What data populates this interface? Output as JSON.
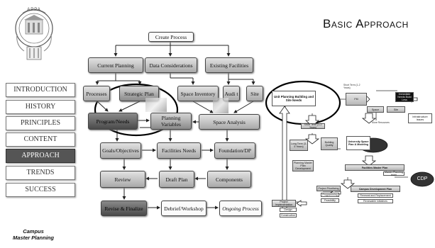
{
  "slide": {
    "title": "Basic Approach",
    "footer_line1": "Campus",
    "footer_line2": "Master Planning"
  },
  "logo": {
    "text": "APPA"
  },
  "nav": [
    {
      "label": "INTRODUCTION",
      "active": false
    },
    {
      "label": "HISTORY",
      "active": false
    },
    {
      "label": "PRINCIPLES",
      "active": false
    },
    {
      "label": "CONTENT",
      "active": false
    },
    {
      "label": "APPROACH",
      "active": true
    },
    {
      "label": "TRENDS",
      "active": false
    },
    {
      "label": "SUCCESS",
      "active": false
    }
  ],
  "flow": {
    "create_process": "Create Process",
    "current_planning": "Current Planning",
    "data_considerations": "Data Considerations",
    "existing_facilities": "Existing Facilities",
    "processes": "Processes",
    "strategic_plan": "Strategic Plan",
    "space_inventory": "Space Inventory",
    "audit": "Audi t",
    "site": "Site",
    "program_needs": "Program/Needs",
    "planning_variables": "Planning Variables",
    "space_analysis": "Space Analysis",
    "goals_objectives": "Goals/Objectives",
    "facilities_needs": "Facilities Needs",
    "foundation_dp": "Foundation/DP",
    "review": "Review",
    "draft_plan": "Draft Plan",
    "components": "Components",
    "revise_finalize": "Revise & Finalize",
    "debrief_workshop": "Debrief/Workshop",
    "ongoing_process": "Ongoing Process"
  },
  "right_diagram": {
    "unit_planning": "Unit Planning Building and Site Needs",
    "space": "Space",
    "site": "Site",
    "infrastructure_issues": "Infrastructure Issues",
    "university_space_plan": "University Space Plan & Modeling",
    "facilities_master_plan": "Facilities Master Plan",
    "master_planning_team": "Master Planning team",
    "campus_development_plan": "Campus Development Plan",
    "renewal_replacement": "Renewal and Replacement",
    "renewable_initiatives": "Renewable initiatives",
    "cdp": "CDP",
    "project_prioritizing": "Project Prioritizing",
    "programming": "Programming",
    "feasibility": "Feasibility",
    "project_implementation": "Project Implementation",
    "design": "Design",
    "construction": "Construction",
    "building_quality": "Building Quality",
    "planning_master_plan": "Planning Master Plan Development",
    "short_term": "Short Term (1-2 Years)",
    "long_term": "Long Term (3-5 Years)",
    "immediate": "Immediate Needs Build Less",
    "more_resources": "More Resources",
    "fm": "FM"
  }
}
